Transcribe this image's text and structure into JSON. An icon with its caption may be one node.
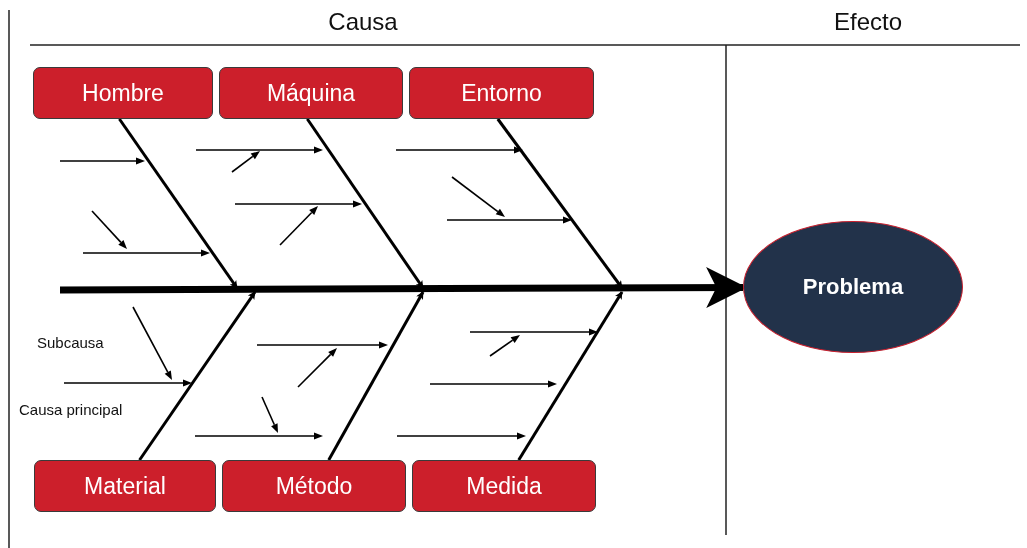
{
  "diagram": {
    "nodes": [
      {
        "text": [
          "Hombre"
        ]
      },
      {
        "text": [
          "Máquina"
        ]
      },
      {
        "text": [
          "Entorno"
        ]
      },
      {
        "text": [
          "Material"
        ]
      },
      {
        "text": [
          "Método"
        ]
      },
      {
        "text": [
          "Medida"
        ]
      },
      {
        "text": [
          "Problema"
        ]
      }
    ],
    "edges": [
      {
        "from": 0,
        "to": null,
        "arrow": "to"
      },
      {
        "from": 1,
        "to": null,
        "arrow": "to"
      },
      {
        "from": 2,
        "to": null,
        "arrow": "to"
      },
      {
        "from": 3,
        "to": null,
        "arrow": "to"
      },
      {
        "from": 4,
        "to": null,
        "arrow": "to"
      },
      {
        "from": 5,
        "to": null,
        "arrow": "to"
      },
      {
        "from": null,
        "to": 6,
        "arrow": "to",
        "style": "thick"
      }
    ],
    "labels": [
      "Causa",
      "Efecto",
      "Subcausa",
      "Causa principal"
    ]
  }
}
